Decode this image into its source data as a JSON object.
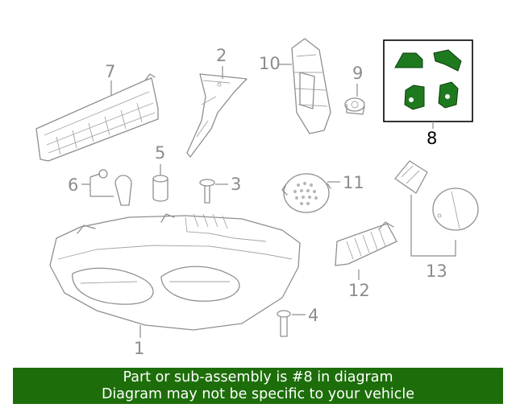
{
  "diagram": {
    "callouts": {
      "c1": "1",
      "c2": "2",
      "c3": "3",
      "c4": "4",
      "c5": "5",
      "c6": "6",
      "c7": "7",
      "c8": "8",
      "c9": "9",
      "c10": "10",
      "c11": "11",
      "c12": "12",
      "c13": "13"
    },
    "highlighted_part": "8",
    "colors": {
      "part_line": "#8f8f8f",
      "highlight_part": "#1f7a1f",
      "highlight_box": "#000000"
    }
  },
  "banner": {
    "line1": "Part or sub-assembly is #8 in diagram",
    "line2": "Diagram may not be specific to your vehicle",
    "background": "#1d6e0a"
  }
}
